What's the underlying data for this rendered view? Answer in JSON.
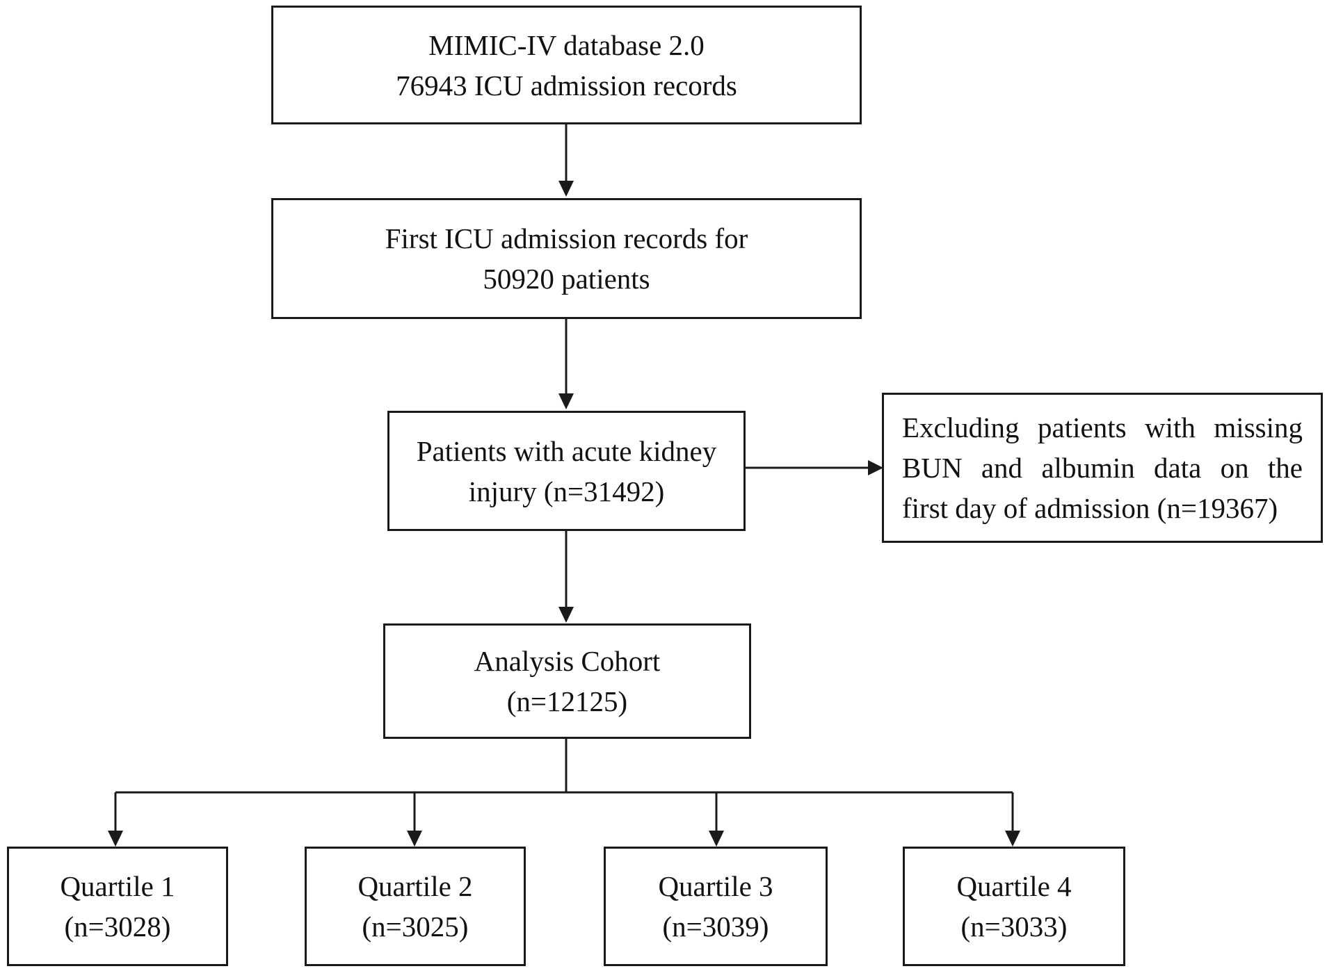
{
  "boxes": {
    "source": {
      "line1": "MIMIC-IV database 2.0",
      "line2": "76943 ICU admission records"
    },
    "first_admission": {
      "line1": "First ICU admission records for",
      "line2": "50920 patients"
    },
    "aki": {
      "line1": "Patients with acute kidney",
      "line2": "injury (n=31492)"
    },
    "exclusion": {
      "line1": "Excluding patients with missing",
      "line2": "BUN and albumin data on the",
      "line3": "first day of admission (n=19367)"
    },
    "cohort": {
      "line1": "Analysis Cohort",
      "line2": "(n=12125)"
    },
    "quartiles": [
      {
        "label": "Quartile 1",
        "count": "(n=3028)"
      },
      {
        "label": "Quartile 2",
        "count": "(n=3025)"
      },
      {
        "label": "Quartile 3",
        "count": "(n=3039)"
      },
      {
        "label": "Quartile 4",
        "count": "(n=3033)"
      }
    ]
  },
  "colors": {
    "stroke": "#1a1a1a",
    "background": "#ffffff"
  }
}
